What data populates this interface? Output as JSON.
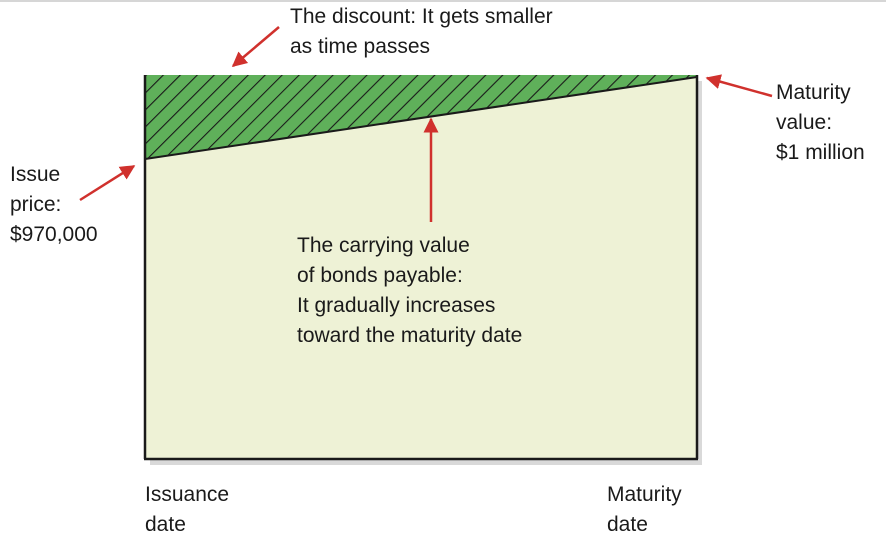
{
  "discount_label": [
    "The discount: It gets smaller",
    "as time passes"
  ],
  "maturity_label": [
    "Maturity",
    "value:",
    "$1 million"
  ],
  "issue_label": [
    "Issue",
    "price:",
    "$970,000"
  ],
  "carrying_label": [
    "The carrying value",
    "of bonds payable:",
    "It gradually increases",
    "toward the maturity date"
  ],
  "issuance_date_label": [
    "Issuance",
    "date"
  ],
  "maturity_date_label": [
    "Maturity",
    "date"
  ],
  "colors": {
    "carrying_area": "#eef2d6",
    "discount_area": "#5fb05a",
    "hatch": "#1a1a1a",
    "arrow": "#d0312d",
    "frame": "#1a1a1a"
  }
}
